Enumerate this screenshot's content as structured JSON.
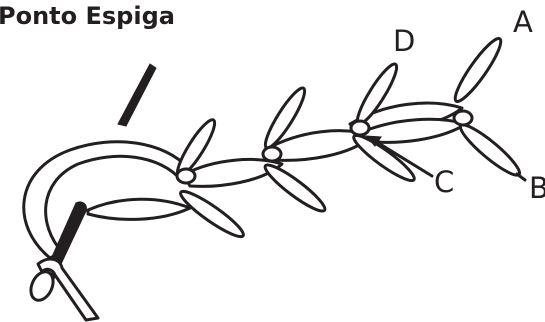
{
  "diagram": {
    "title": "Ponto Espiga",
    "labels": {
      "a": "A",
      "b": "B",
      "c": "C",
      "d": "D"
    },
    "ink_color": "#231f20",
    "background_color": "#ffffff"
  }
}
